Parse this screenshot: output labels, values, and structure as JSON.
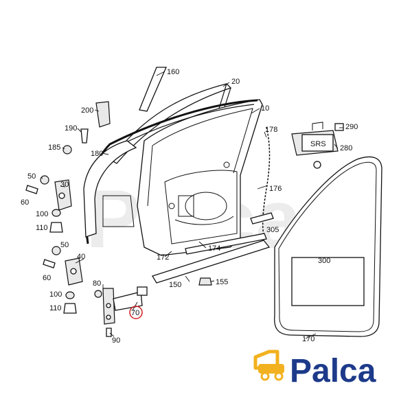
{
  "diagram": {
    "callouts": [
      "160",
      "20",
      "10",
      "200",
      "190",
      "185",
      "180",
      "178",
      "290",
      "280",
      "50",
      "30",
      "60",
      "100",
      "110",
      "176",
      "305",
      "174",
      "172",
      "300",
      "40",
      "150",
      "155",
      "80",
      "70",
      "90",
      "170"
    ],
    "highlighted_callout": "70",
    "module_label": "SRS"
  },
  "logo": {
    "text": "Palca",
    "color": "#1d3a8a",
    "accent": "#f2b120"
  },
  "watermark": "Palca"
}
